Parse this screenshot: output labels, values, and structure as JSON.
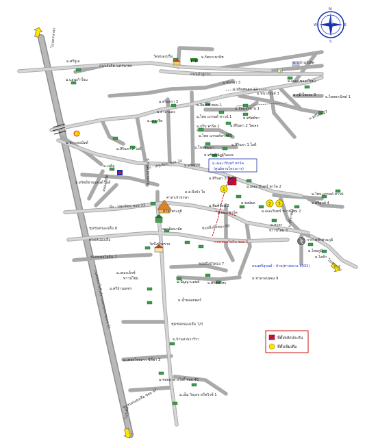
{
  "compass": {
    "label_n": "N",
    "label_s": "S",
    "label_e": "E",
    "label_w": "W"
  },
  "colors": {
    "road": "#c0c0c0",
    "road_edge": "#9a9a9a",
    "main_road": "#9c9c9c",
    "label_blue": "#1a2fb0",
    "label_red": "#d01010",
    "highlight": "#e0102a",
    "marker_yellow": "#ffe400"
  },
  "roads": {
    "main_highway_label": "ถนนพหลโยธิน(ทางหลวงหมายเลข 1)",
    "rangsit_top": "ถนนรังสิต-นครนายก",
    "lam_luk_ka_1": "ถนนลำลูกกา",
    "bueng_yitho": "บึง - ปทุมรัตน ซอย 34",
    "soi_phahon": "ซอยพหลโยธิน 9",
    "bueng_yitho_33": "บึง - ปทุมรัตน ซอย 33",
    "soi_nong_khai": "ซอยบึงบัวทอง 49",
    "phahon_rangsit": "ถนนพหลโยธิน ซอย 3",
    "highway_1032": "ถนนศรีสุคนธ์ - บ้าน(ทางหลวง 1032)",
    "soi_nongsue": "ซอยหนองเสือ",
    "soi_7": "ซอยพหลโยธิน 7",
    "soi_7_2": "ซอยบึงบัวทอง 7",
    "soi_8": "ชุมชนหนองเสือ 8",
    "soi_7_0": "ชุมชนหนองเสือ 7/0",
    "soi_47": "ชุมชนหนองเสือ ซอย 47",
    "to_bangkok": "ไปรังสิต",
    "to_north": "ไปนครนายก",
    "to_lamluka": "ไปลำลูกกา",
    "klong_rangsit": "คลองรังสิต"
  },
  "places": {
    "pin_top": "วัดหนองปรือ",
    "top_center_1": "ม.รัตนาเนาธิช",
    "top_left_1": "ม.ศรีชูเจ",
    "top_left_2": "ม.แสนเก้าใจม",
    "top_right_1": "ม.พฤกษา 3",
    "top_right_2": "ม.ปริมพนธก 12",
    "top_right_3": "ม.ชนาภิรมย์ 3",
    "top_right_4": "อ.ว.บ้านรังสิต",
    "top_right_5": "ม.เดอะเพลส(ใหม่)",
    "right_1": "ม.ภูมิ ใจและ 3",
    "right_2": "ม.ไทยพาณิชย์ 1",
    "right_3": "ม.ทรีไลท์ 27",
    "mid_1": "ม.ปัทมสะพาน 1",
    "mid_2": "ม.ศรีสุจรา 3",
    "mid_3": "ม.ศาลาแดง",
    "mid_4": "ม.อิมเทพ.พนม 1",
    "mid_5": "ม.ไทย แกรนด์ ทาวน์ 1",
    "mid_6": "ม.ทรัพย์ชา",
    "mid_7": "ม.เดอะจิด",
    "mid_8": "ม.กรีน พาร์ค 2",
    "mid_9": "ม.สิรินดา 2 วิลเลจ",
    "mid_10": "ม.ไทย แกรนด์ทาวน์ 2",
    "mid_11": "ม.สิรินดา 1 ไอดี",
    "mid_12": "ม.ไทยพัฒนา",
    "mid_13": "ม.ทรัพย์ณัฏฐ์วิลเลจ",
    "left_1": "ม.ชวาเจนนิลล์",
    "left_2": "ม.สิรินดา 2 ไอดี",
    "left_3": "ม.เจดีอุ",
    "left_4": "ม.ทรัพย์ชายแลนด์ ไอส์",
    "center_1": "ม.ทรัพย์สิริ",
    "center_2": "ม.สิรินดา 3 ไอดี",
    "center_3": "ศาลาเจ้าปกษา",
    "center_4": "ศาลาพระภูมิ",
    "center_5": "ม.เดอะวรินทร์ พาร์ค 2",
    "center_6": "ม.เดอะวรินทร์ พาร์ค",
    "center_7": "(ศูนย์ขายโครงการ)",
    "center_8": "ค.ต.บึงบัว ใจ",
    "center_9": "ม.พิมพ์รัตน์ 2",
    "center_10": "ม.พงษ์ผล",
    "center_11": "ม.เดอะพาร์ค",
    "right_center_1": "ม.ไทย แกรนด์ ทาวน์",
    "right_center_2": "ม.ศรีสุนย์ 4",
    "right_center_3": "ม.เดอะรินทร์ ทาวน์โฮม 2",
    "right_center_4": "ม.ชวลา",
    "right_center_5": "ทาวน์โฮม 3",
    "right_center_6": "ม.ปรีชาทอง",
    "right_center_7": "การไฟฟ้าส่วนภูมิ",
    "right_center_8": "ม.ไทยภูมิ",
    "right_center_9": "ม.ไอฟ้า",
    "lower_1": "สถานีอนามัย",
    "lower_2": "วัดบึงบัวตรวจ",
    "lower_3": "ม.เดอะเอ็กซ์",
    "lower_4": "ทาวน์โฮม",
    "lower_5": "ม.ศรีบ้านเพชร",
    "lower_6": "ม.ปัญญาแลนด์",
    "lower_7": "ม.ศิริชนรัทร",
    "lower_8": "ม.น้ำพลอยฟอร์",
    "lower_9": "ม.ชวลาอนทอง 9",
    "bottom_1": "ม.บ้านสวนวารีรา",
    "bottom_2": "ม.เพชรไทยสรร ซิตี้ซ่า 3",
    "bottom_3": "ม.เอ็ม วิลเลจ สวีทวิวซ์ 1",
    "bottom_4": "ม.ซอยธาตุ สวัสดิ์ ซอย 45",
    "marker_1": "1",
    "marker_2": "2",
    "marker_3": "3"
  },
  "legend": {
    "site_label": "ที่ตั้งหลักประกัน",
    "nearby_label": "ที่ตั้งเพิ่มเติม"
  }
}
